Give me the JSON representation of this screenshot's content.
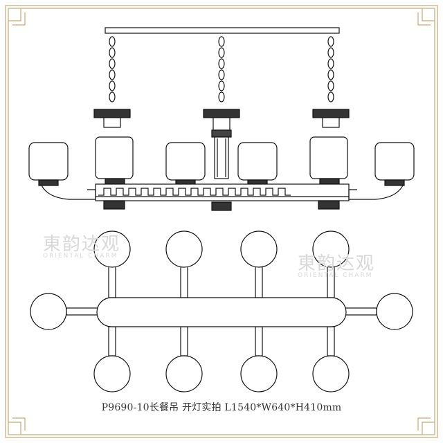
{
  "caption": "P9690-10长餐吊 开灯实拍 L1540*W640*H410mm",
  "watermark": {
    "logo_cn": "東韵达观",
    "logo_en": "ORIENTAL CHARM"
  },
  "colors": {
    "line": "#111111",
    "frame": "#c9a874",
    "watermark": "#d9d9d9"
  }
}
